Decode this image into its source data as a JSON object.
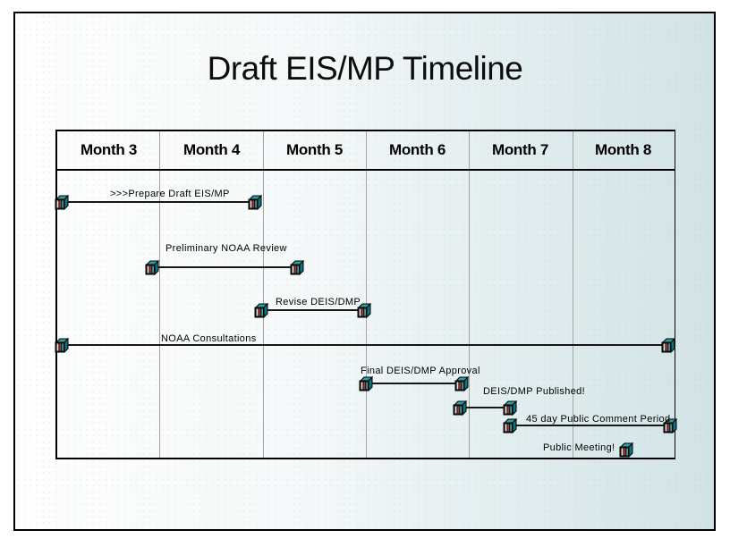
{
  "slide": {
    "title": "Draft EIS/MP Timeline"
  },
  "chart_data": {
    "type": "bar",
    "subtype": "gantt-timeline",
    "title": "Draft EIS/MP Timeline",
    "x_axis": {
      "unit": "month",
      "categories": [
        "Month 3",
        "Month 4",
        "Month 5",
        "Month 6",
        "Month 7",
        "Month 8"
      ],
      "range": [
        3,
        9
      ],
      "grid": true
    },
    "tasks": [
      {
        "label": ">>>Prepare Draft EIS/MP",
        "start_month": 3.05,
        "end_month": 4.93,
        "milestone": false
      },
      {
        "label": "Preliminary NOAA Review",
        "start_month": 3.93,
        "end_month": 5.34,
        "milestone": false
      },
      {
        "label": "Revise DEIS/DMP",
        "start_month": 4.99,
        "end_month": 5.99,
        "milestone": false
      },
      {
        "label": "NOAA Consultations",
        "start_month": 3.05,
        "end_month": 8.94,
        "milestone": false
      },
      {
        "label": "Final DEIS/DMP Approval",
        "start_month": 6.0,
        "end_month": 6.93,
        "milestone": false
      },
      {
        "label": "DEIS/DMP Published!",
        "start_month": 6.92,
        "end_month": 7.4,
        "milestone": false
      },
      {
        "label": "45 day Public Comment Period",
        "start_month": 7.4,
        "end_month": 8.96,
        "milestone": false
      },
      {
        "label": "Public Meeting!",
        "start_month": 8.53,
        "end_month": 8.53,
        "milestone": true
      }
    ],
    "marker_icon": "3d-cube",
    "colors": {
      "cube_top": "#2f9e9e",
      "cube_side": "#16707a",
      "cube_front": "#0d0d0d",
      "stripe_white": "#e4e4e4",
      "stripe_red": "#c03030",
      "stripe_teal": "#2fa0a0",
      "task_line": "#161616",
      "grid_line": "#a3a3a3",
      "gradient_left": "#fefefe",
      "gradient_right": "#d2e3e6"
    }
  }
}
